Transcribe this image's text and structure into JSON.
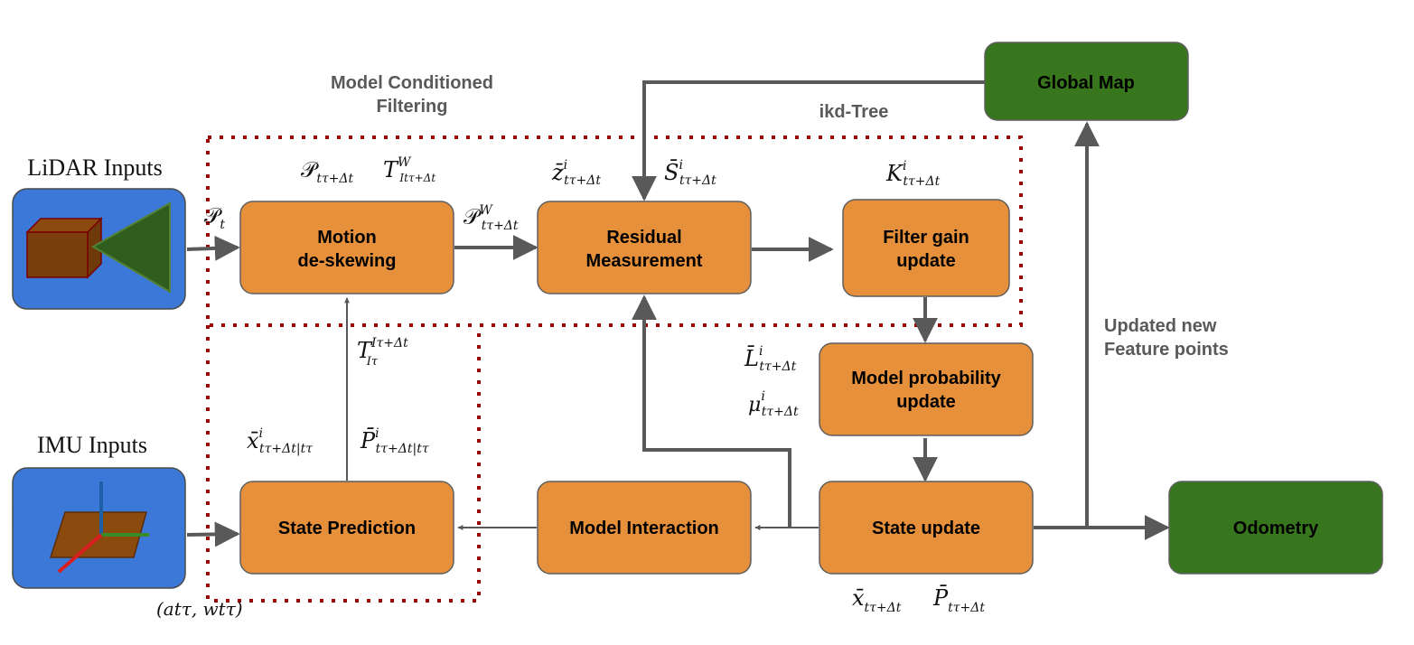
{
  "colors": {
    "process_box": "#E6903B",
    "map_box": "#38761D",
    "input_box": "#3C78D8",
    "arrow": "#595959",
    "region_border": "#990000"
  },
  "inputs": {
    "lidar": {
      "label": "LiDAR Inputs",
      "icon": "lidar-sensor-icon"
    },
    "imu": {
      "label": "IMU Inputs",
      "icon": "imu-axes-icon"
    }
  },
  "regions": {
    "model_conditioned": {
      "line1": "Model Conditioned",
      "line2": "Filtering"
    }
  },
  "blocks": {
    "motion_deskewing": {
      "line1": "Motion",
      "line2": "de-skewing"
    },
    "residual_measurement": {
      "line1": "Residual",
      "line2": "Measurement"
    },
    "filter_gain": {
      "line1": "Filter gain",
      "line2": "update"
    },
    "model_probability": {
      "line1": "Model probability",
      "line2": "update"
    },
    "state_update": {
      "line1": "State update"
    },
    "model_interaction": {
      "line1": "Model Interaction"
    },
    "state_prediction": {
      "line1": "State Prediction"
    },
    "global_map": {
      "line1": "Global Map"
    },
    "odometry": {
      "line1": "Odometry"
    }
  },
  "annotations": {
    "ikd_tree": "ikd-Tree",
    "updated_features": {
      "line1": "Updated new",
      "line2": "Feature points"
    }
  },
  "math": {
    "P": "𝒫",
    "T": "T",
    "W": "W",
    "I": "I",
    "z_bar": "z̄",
    "S_bar": "S̄",
    "K": "K",
    "L_bar": "L̄",
    "mu": "μ",
    "x_bar": "x̄",
    "P_bar": "P̄",
    "i": "i",
    "t": "t",
    "t_tau_dt": "tτ+Δt",
    "t_tau": "tτ",
    "I_tau_dt": "Iτ+Δt",
    "I_tau": "Iτ",
    "I_t_tau_dt": "Itτ+Δt",
    "sub_x_pred": "tτ+Δt|tτ",
    "imu_input": "(atτ, wtτ)"
  }
}
